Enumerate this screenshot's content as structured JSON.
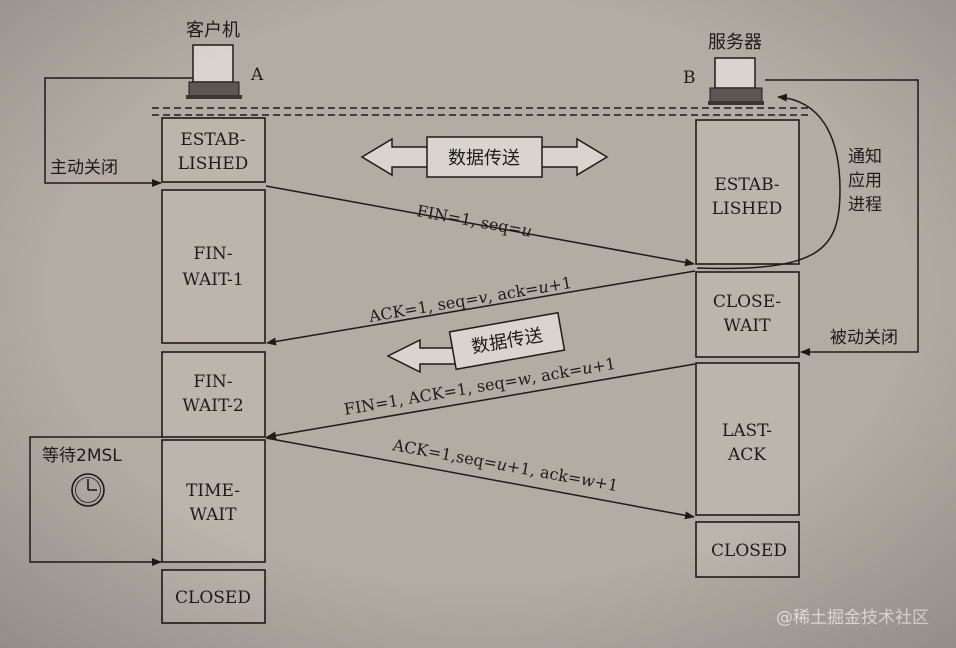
{
  "client": {
    "name": "客户机",
    "tag": "A"
  },
  "server": {
    "name": "服务器",
    "tag": "B"
  },
  "client_states": {
    "established": [
      "ESTAB-",
      "LISHED"
    ],
    "fin_wait_1": [
      "FIN-",
      "WAIT-1"
    ],
    "fin_wait_2": [
      "FIN-",
      "WAIT-2"
    ],
    "time_wait": [
      "TIME-",
      "WAIT"
    ],
    "closed": "CLOSED"
  },
  "server_states": {
    "established": [
      "ESTAB-",
      "LISHED"
    ],
    "close_wait": [
      "CLOSE-",
      "WAIT"
    ],
    "last_ack": [
      "LAST-",
      "ACK"
    ],
    "closed": "CLOSED"
  },
  "labels": {
    "active_close": "主动关闭",
    "passive_close": "被动关闭",
    "notify_app": [
      "通知",
      "应用",
      "进程"
    ],
    "wait_2msl": "等待2MSL",
    "data_transfer": "数据传送",
    "data_transfer_2": "数据传送"
  },
  "messages": {
    "m1": {
      "prefix": "FIN=1, seq=",
      "u": "u"
    },
    "m2": {
      "a": "ACK=1, seq=",
      "v": "v",
      "b": ", ack=",
      "u": "u",
      "c": "+1"
    },
    "m3": {
      "a": "FIN=1, ACK=1, seq=",
      "w": "w",
      "b": ", ack=",
      "u": "u",
      "c": "+1"
    },
    "m4": {
      "a": "ACK=1,seq=",
      "u": "u",
      "b": "+1, ack=",
      "w": "w",
      "c": "+1"
    }
  },
  "watermark": "@稀土掘金技术社区",
  "colors": {
    "paper": "#b3aca5",
    "ink": "#1e1b19",
    "box": "#bcb5ae"
  }
}
